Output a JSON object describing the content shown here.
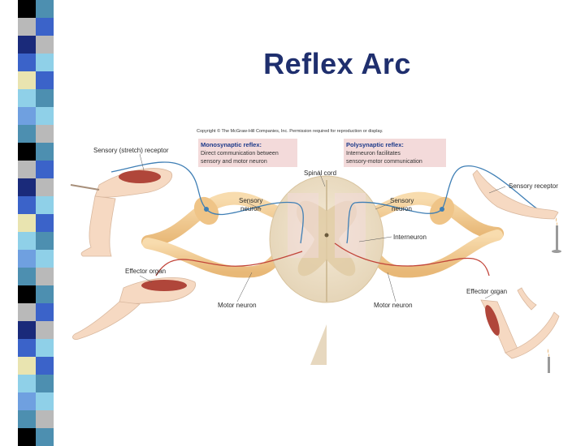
{
  "slide": {
    "title": "Reflex Arc",
    "strip_colors": [
      "#000000",
      "#3b63c9",
      "#6fa0e0",
      "#b9b9b9",
      "#e9e4b0",
      "#4d8fb0",
      "#1a2a7a",
      "#8fd0e8"
    ]
  },
  "figure": {
    "copyright": "Copyright © The McGraw-Hill Companies, Inc. Permission required for reproduction or display.",
    "mono": {
      "title": "Monosynaptic reflex:",
      "line1": "Direct communication between",
      "line2": "sensory and motor neuron"
    },
    "poly": {
      "title": "Polysynaptic reflex:",
      "line1": "Interneuron facilitates",
      "line2": "sensory-motor communication"
    },
    "labels": {
      "sensory_stretch_receptor": "Sensory (stretch) receptor",
      "spinal_cord": "Spinal cord",
      "sensory_neuron_left_1": "Sensory",
      "sensory_neuron_left_2": "neuron",
      "sensory_neuron_right_1": "Sensory",
      "sensory_neuron_right_2": "neuron",
      "sensory_receptor": "Sensory receptor",
      "interneuron": "Interneuron",
      "effector_organ_left": "Effector organ",
      "effector_organ_right": "Effector organ",
      "motor_neuron_left": "Motor neuron",
      "motor_neuron_right": "Motor neuron"
    },
    "colors": {
      "nerve": "#f3c98f",
      "sensory_axon": "#3f7fb5",
      "motor_axon": "#c2453a",
      "skin": "#f6d9c2",
      "muscle": "#b0463a",
      "cord": "#efe3cc",
      "grey_matter": "#e2d2b0",
      "highlight": "#f3dada"
    }
  }
}
